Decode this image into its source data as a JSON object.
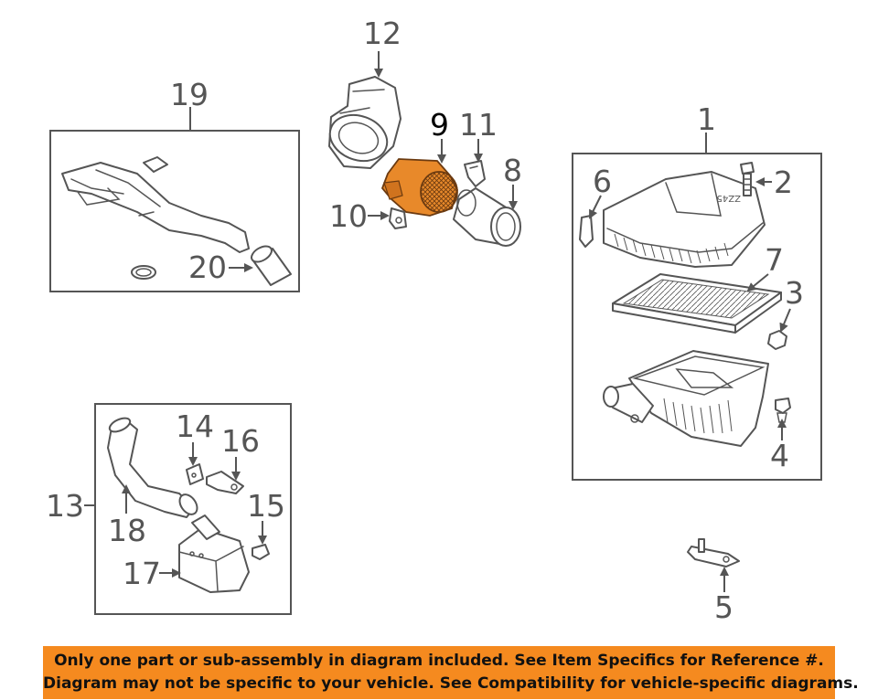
{
  "callouts": {
    "c1": "1",
    "c2": "2",
    "c3": "3",
    "c4": "4",
    "c5": "5",
    "c6": "6",
    "c7": "7",
    "c8": "8",
    "c9": "9",
    "c10": "10",
    "c11": "11",
    "c12": "12",
    "c13": "13",
    "c14": "14",
    "c15": "15",
    "c16": "16",
    "c17": "17",
    "c18": "18",
    "c19": "19",
    "c20": "20"
  },
  "housing_marking": "ZZ45",
  "notice": {
    "line1": "Only one part or sub-assembly in diagram included. See Item Specifics for Reference #.",
    "line2": "Diagram may not be specific to your vehicle. See Compatibility for vehicle-specific diagrams."
  },
  "colors": {
    "line_art": "#555555",
    "highlight_part": "#e8892a",
    "banner": "#f58a1f"
  }
}
